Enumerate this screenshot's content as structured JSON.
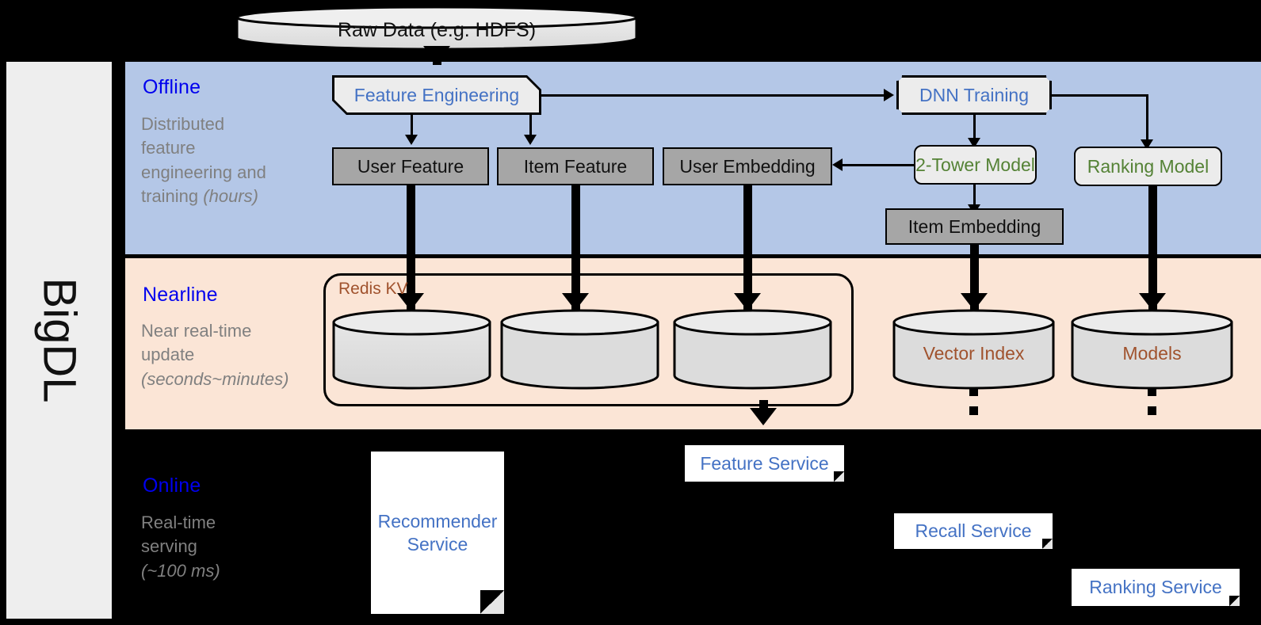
{
  "diagram": {
    "framework_label": "BigDL",
    "colors": {
      "offline_band": "#b4c7e7",
      "nearline_band": "#fbe5d6",
      "online_band": "#000000",
      "rail": "#eeeeee",
      "store_gray": "#a6a6a6",
      "process_light": "#ececec",
      "accent_blue": "#4472c4",
      "accent_green": "#548235",
      "accent_brown": "#a0522d",
      "band_title_blue": "#0000ee",
      "band_sub_gray": "#808080"
    }
  },
  "source": {
    "label": "Raw Data (e.g. HDFS)"
  },
  "bands": {
    "offline": {
      "title": "Offline",
      "subtitle_line1": "Distributed",
      "subtitle_line2": "feature",
      "subtitle_line3": "engineering and",
      "subtitle_line4_prefix": "training ",
      "subtitle_line4_em": "(hours)"
    },
    "nearline": {
      "title": "Nearline",
      "subtitle_line1": "Near real-time",
      "subtitle_line2": "update",
      "subtitle_line3_em": "(seconds~minutes)"
    },
    "online": {
      "title": "Online",
      "subtitle_line1": "Real-time",
      "subtitle_line2": "serving",
      "subtitle_line3_em": "(~100 ms)"
    }
  },
  "offline_nodes": {
    "feature_engineering": "Feature Engineering",
    "dnn_training": "DNN Training",
    "user_feature": "User Feature",
    "item_feature": "Item Feature",
    "user_embedding": "User Embedding",
    "two_tower_model": "2-Tower Model",
    "ranking_model": "Ranking Model",
    "item_embedding": "Item Embedding"
  },
  "nearline_nodes": {
    "redis_kv": "Redis KV",
    "store_user_feature": "",
    "store_item_feature": "",
    "store_user_embedding": "",
    "vector_index": "Vector Index",
    "models": "Models"
  },
  "online_nodes": {
    "recommender_service_line1": "Recommender",
    "recommender_service_line2": "Service",
    "feature_service": "Feature Service",
    "recall_service": "Recall Service",
    "ranking_service": "Ranking Service"
  }
}
